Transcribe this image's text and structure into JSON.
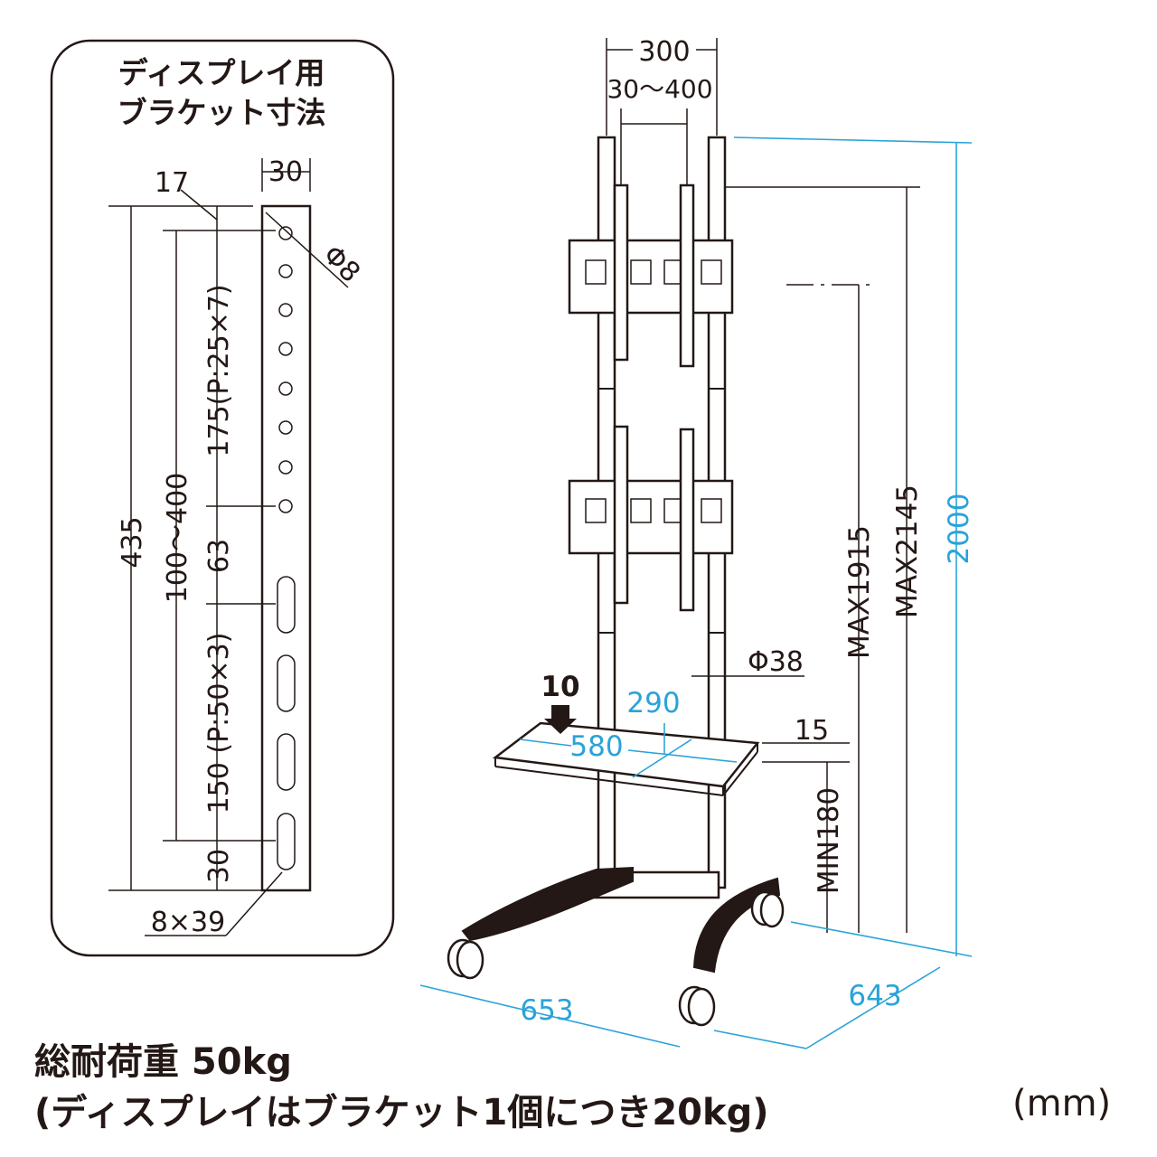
{
  "bracket_panel": {
    "title_line1": "ディスプレイ用",
    "title_line2": "ブラケット寸法",
    "dims": {
      "top_width": "30",
      "offset": "17",
      "hole": "Φ8",
      "pitch_upper": "175(P:25×7)",
      "range": "100〜400",
      "total": "435",
      "gap": "63",
      "pitch_lower": "150 (P:50×3)",
      "bottom": "30",
      "slot": "8×39"
    }
  },
  "stand": {
    "dims": {
      "pole_spacing": "300",
      "bracket_range": "30〜400",
      "shelf_thickness": "10",
      "shelf_depth": "290",
      "pole_diameter": "Φ38",
      "shelf_width": "580",
      "shelf_edge": "15",
      "min_shelf": "MIN180",
      "max_lower": "MAX1915",
      "max_upper": "MAX2145",
      "height": "2000",
      "base_width": "653",
      "base_depth": "643"
    }
  },
  "notes": {
    "load_line1": "総耐荷重 50kg",
    "load_line2": "(ディスプレイはブラケット1個につき20kg)",
    "unit": "(mm)"
  }
}
